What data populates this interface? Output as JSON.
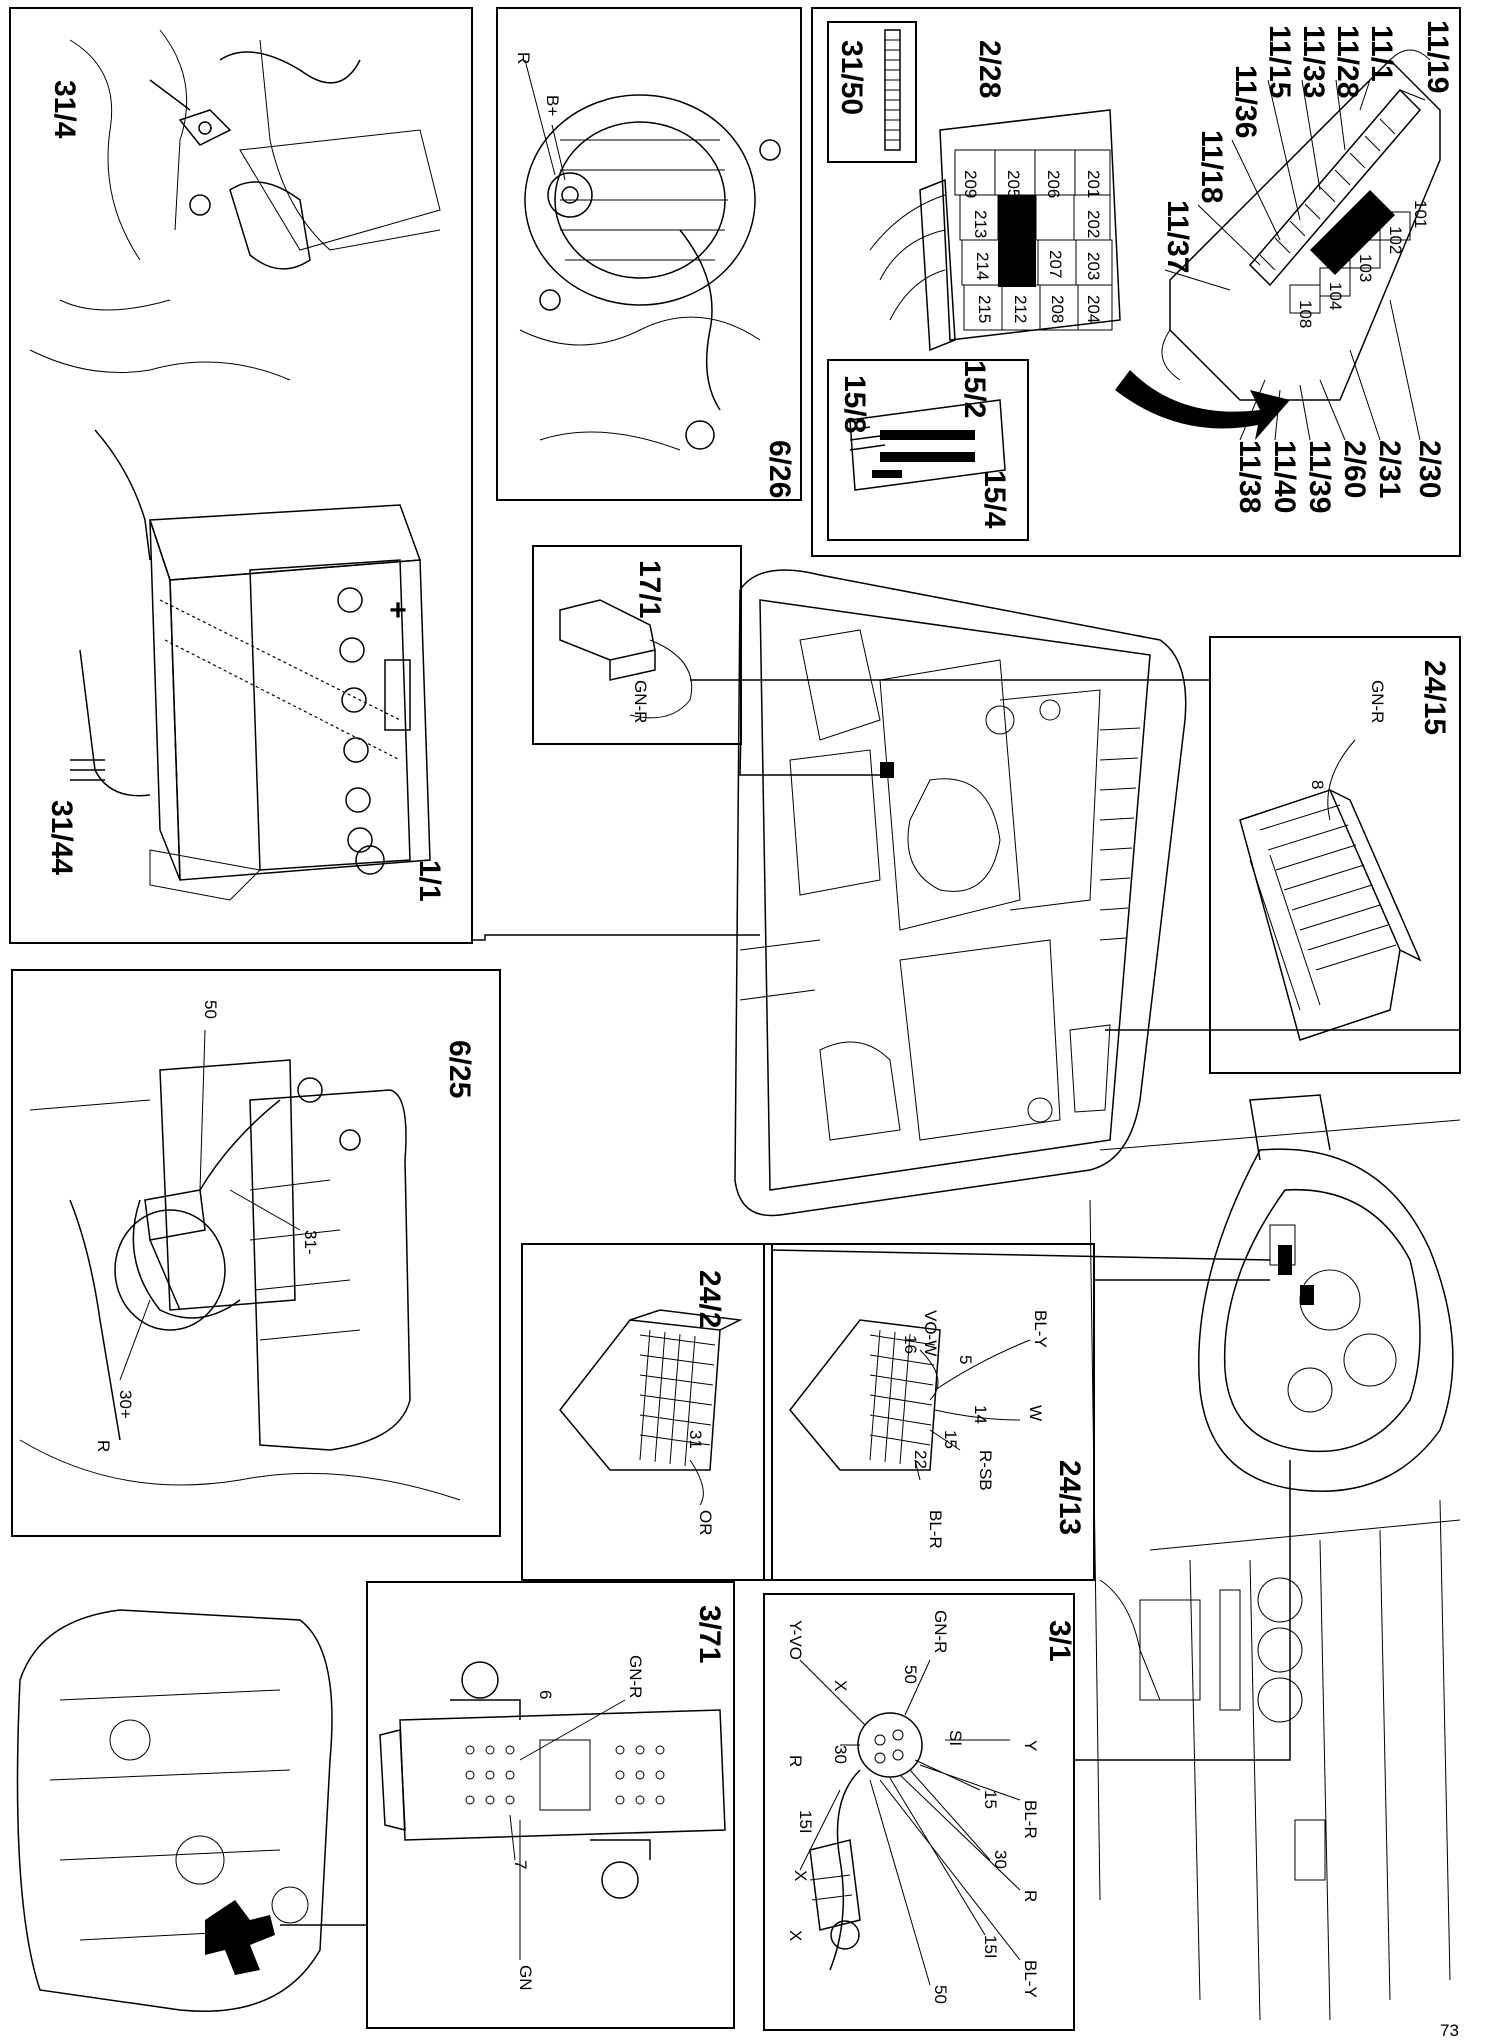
{
  "labels": {
    "c31_4": "31/4",
    "c31_44": "31/44",
    "c1_1": "1/1",
    "c6_26": "6/26",
    "c6_26_r": "R",
    "c6_26_bplus": "B+",
    "c2_28": "2/28",
    "c31_50": "31/50",
    "c15_2": "15/2",
    "c15_8": "15/8",
    "c15_4": "15/4",
    "c11_19": "11/19",
    "c11_1": "11/1",
    "c11_28": "11/28",
    "c11_33": "11/33",
    "c11_15": "11/15",
    "c11_36": "11/36",
    "c11_18": "11/18",
    "c11_37": "11/37",
    "c11_38": "11/38",
    "c11_40": "11/40",
    "c11_39": "11/39",
    "c2_60": "2/60",
    "c2_31": "2/31",
    "c2_30": "2/30",
    "c17_1": "17/1",
    "c17_1_wire": "GN-R",
    "c24_15": "24/15",
    "c24_15_wire": "GN-R",
    "c24_15_pin": "8",
    "c6_25": "6/25",
    "c6_25_50": "50",
    "c6_25_31": "31-",
    "c6_25_30": "30+",
    "c6_25_r": "R",
    "c24_2": "24/2",
    "c24_2_pin": "31",
    "c24_2_wire": "OR",
    "c24_13": "24/13",
    "c24_13_vow": "VO-W",
    "c24_13_bly": "BL-Y",
    "c24_13_16": "16",
    "c24_13_5": "5",
    "c24_13_14": "14",
    "c24_13_w": "W",
    "c24_13_15": "15",
    "c24_13_rsb": "R-SB",
    "c24_13_22": "22",
    "c24_13_blr": "BL-R",
    "c3_71": "3/71",
    "c3_71_gnr": "GN-R",
    "c3_71_6": "6",
    "c3_71_7": "7",
    "c3_71_gn": "GN",
    "c3_1": "3/1",
    "c3_1_gnr": "GN-R",
    "c3_1_50": "50",
    "c3_1_yvo": "Y-VO",
    "c3_1_x": "X",
    "c3_1_si": "SI",
    "c3_1_y": "Y",
    "c3_1_30": "30",
    "c3_1_r": "R",
    "c3_1_15": "15",
    "c3_1_blr": "BL-R",
    "c3_1_15i": "15I",
    "c3_1_30b": "30",
    "c3_1_r2": "R",
    "c3_1_x2": "X",
    "c3_1_15i2": "15I",
    "c3_1_bly": "BL-Y",
    "c3_1_50b": "50",
    "fuse_201": "201",
    "fuse_202": "202",
    "fuse_203": "203",
    "fuse_204": "204",
    "fuse_205": "205",
    "fuse_206": "206",
    "fuse_207": "207",
    "fuse_208": "208",
    "fuse_209": "209",
    "fuse_212": "212",
    "fuse_213": "213",
    "fuse_214": "214",
    "fuse_215": "215",
    "fuse_101": "101",
    "fuse_102": "102",
    "fuse_103": "103",
    "fuse_104": "104",
    "fuse_108": "108",
    "battery_plus": "+",
    "page_number": "73"
  }
}
